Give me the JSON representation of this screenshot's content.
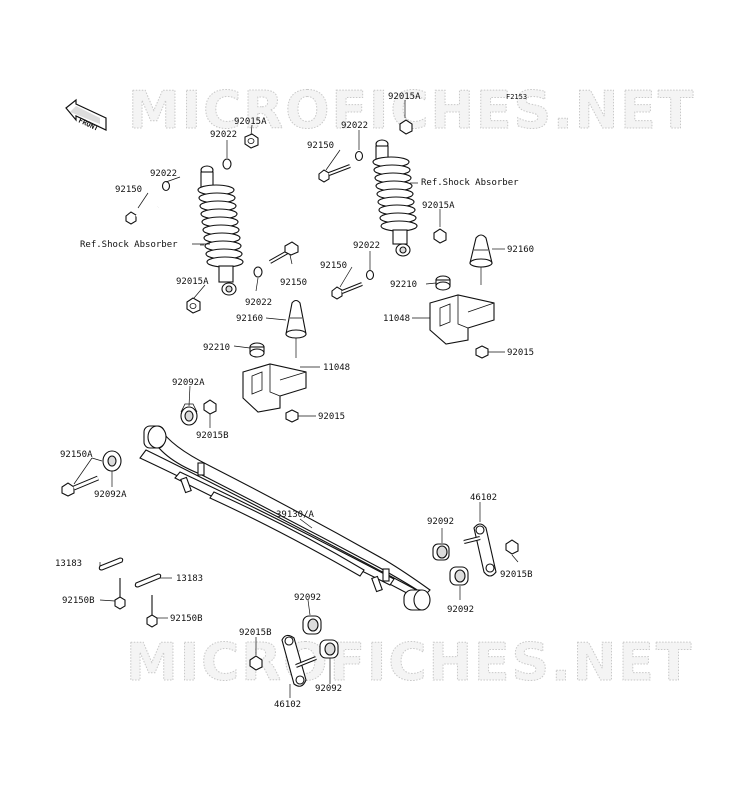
{
  "figure_code": "F2153",
  "front_marker": "FRONT",
  "watermark": "MICROFICHES.NET",
  "parts": {
    "nut_92015A": "92015A",
    "washer_92022": "92022",
    "bolt_92150": "92150",
    "shock_absorber": "Ref.Shock Absorber",
    "stopper_92160": "92160",
    "collar_92210": "92210",
    "bracket_11048": "11048",
    "nut_92015": "92015",
    "bushing_92092A": "92092A",
    "nut_92015B": "92015B",
    "bolt_92150A": "92150A",
    "leaf_spring": "39130/A",
    "shackle_46102": "46102",
    "bushing_92092": "92092",
    "clamp_13183": "13183",
    "bolt_92150B": "92150B"
  }
}
